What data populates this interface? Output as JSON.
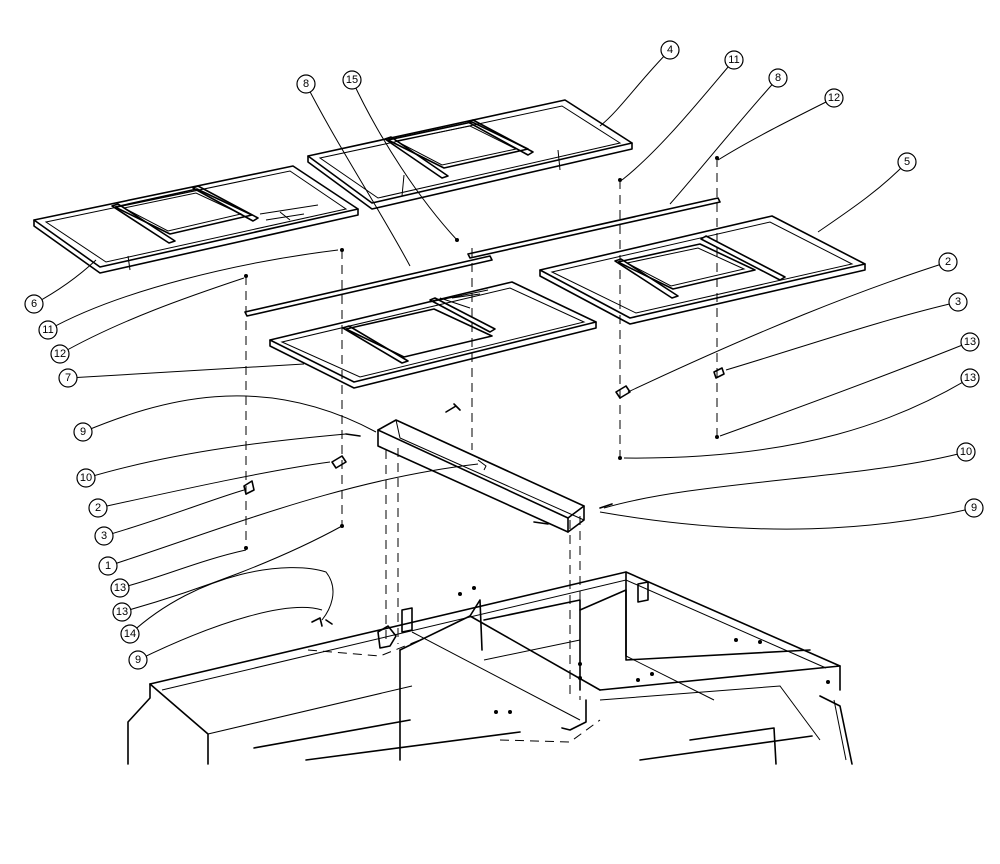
{
  "callouts": [
    {
      "id": "c4",
      "label": "4"
    },
    {
      "id": "c11-top",
      "label": "11"
    },
    {
      "id": "c8-right",
      "label": "8"
    },
    {
      "id": "c12-top",
      "label": "12"
    },
    {
      "id": "c8-left",
      "label": "8"
    },
    {
      "id": "c15",
      "label": "15"
    },
    {
      "id": "c5",
      "label": "5"
    },
    {
      "id": "c6",
      "label": "6"
    },
    {
      "id": "c11-left",
      "label": "11"
    },
    {
      "id": "c12-left",
      "label": "12"
    },
    {
      "id": "c7",
      "label": "7"
    },
    {
      "id": "c2-right",
      "label": "2"
    },
    {
      "id": "c3-right",
      "label": "3"
    },
    {
      "id": "c13-r1",
      "label": "13"
    },
    {
      "id": "c13-r2",
      "label": "13"
    },
    {
      "id": "c9-left",
      "label": "9"
    },
    {
      "id": "c10-left",
      "label": "10"
    },
    {
      "id": "c2-left",
      "label": "2"
    },
    {
      "id": "c3-left",
      "label": "3"
    },
    {
      "id": "c1",
      "label": "1"
    },
    {
      "id": "c13-l1",
      "label": "13"
    },
    {
      "id": "c13-l2",
      "label": "13"
    },
    {
      "id": "c14",
      "label": "14"
    },
    {
      "id": "c9-low",
      "label": "9"
    },
    {
      "id": "c10-right",
      "label": "10"
    },
    {
      "id": "c9-right",
      "label": "9"
    }
  ]
}
